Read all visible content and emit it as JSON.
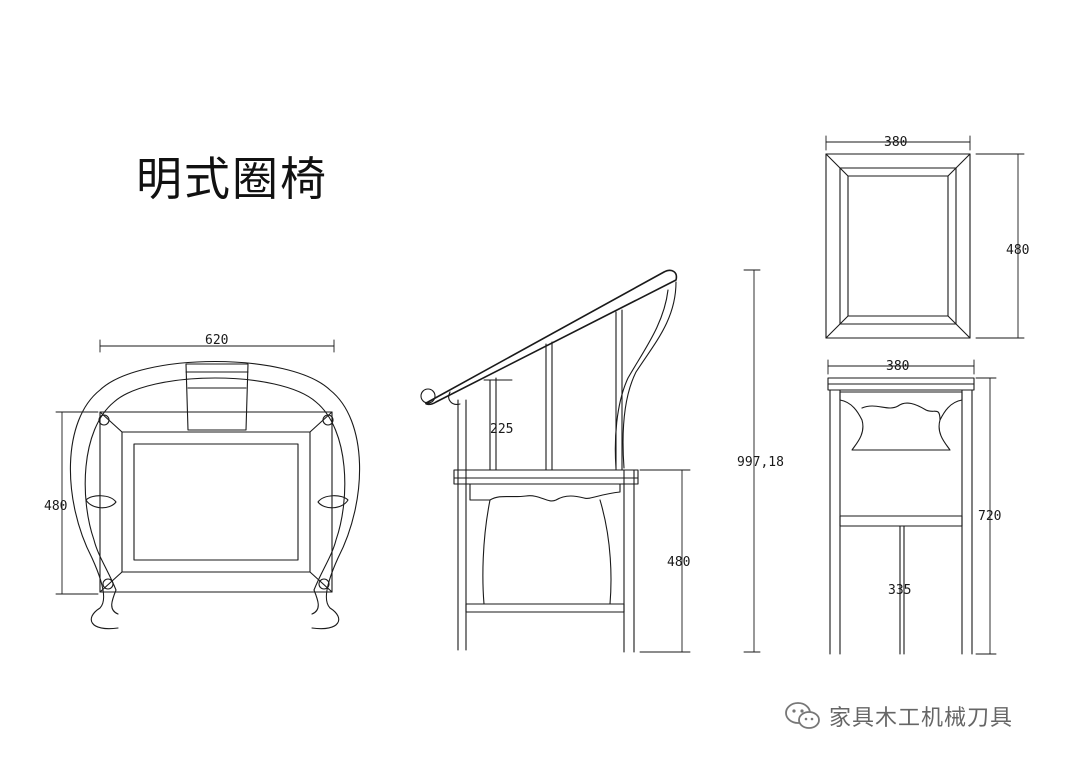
{
  "title": "明式圈椅",
  "dimensions": {
    "front_width": "620",
    "front_depth": "480",
    "side_back_height": "225",
    "side_seat_height": "480",
    "overall_height": "997,18",
    "top_width": "380",
    "top_depth": "480",
    "rear_width": "380",
    "rear_height": "720",
    "rear_lower_width": "335"
  },
  "watermark": {
    "text": "家具木工机械刀具",
    "icon": "wechat-icon",
    "color": "#666666"
  }
}
